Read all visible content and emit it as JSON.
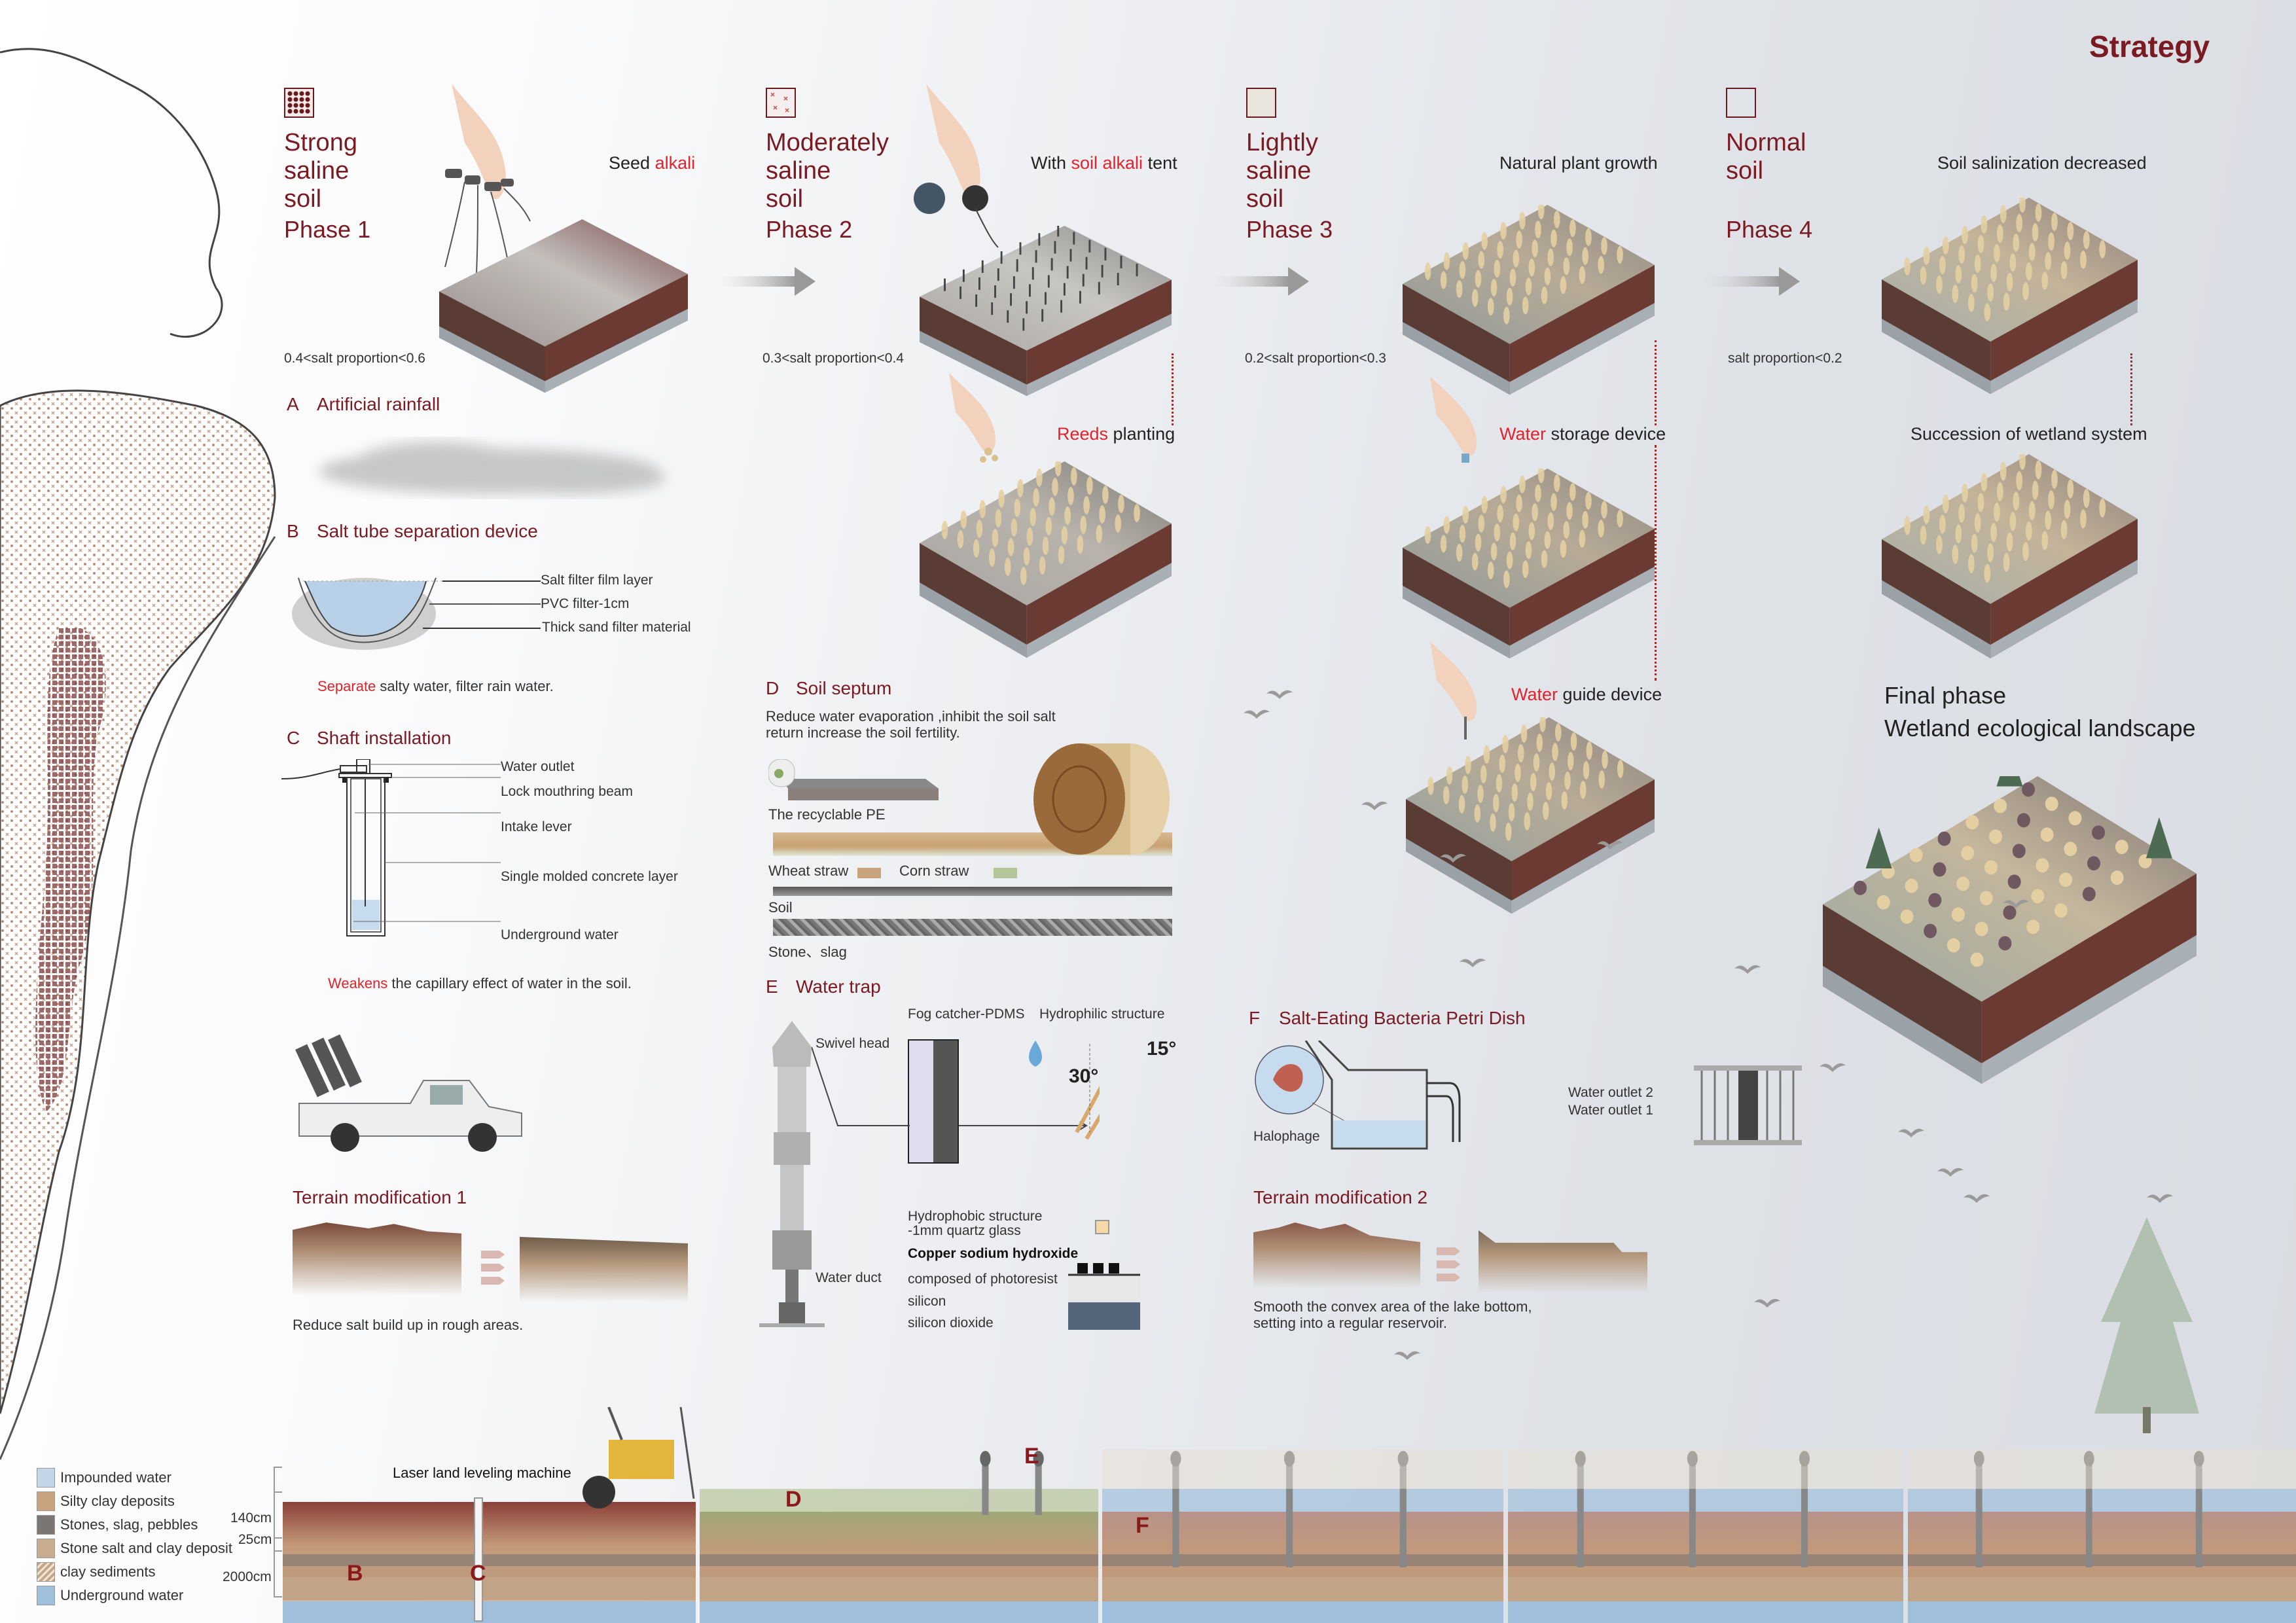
{
  "title": "Strategy",
  "colors": {
    "accent_dark_red": "#7a1a22",
    "highlight_red": "#e3222c",
    "background": "#dfe2e7"
  },
  "phases": [
    {
      "soil": [
        "Strong",
        "saline",
        "soil"
      ],
      "phase": "Phase 1",
      "caption": {
        "pre": "Seed ",
        "hl": "alkali",
        "post": ""
      },
      "salt": "0.4<salt proportion<0.6"
    },
    {
      "soil": [
        "Moderately",
        "saline",
        "soil"
      ],
      "phase": "Phase 2",
      "caption": {
        "pre": "With ",
        "hl": "soil alkali",
        "post": " tent"
      },
      "salt": "0.3<salt proportion<0.4"
    },
    {
      "soil": [
        "Lightly",
        "saline",
        "soil"
      ],
      "phase": "Phase 3",
      "caption": {
        "pre": "Natural plant growth",
        "hl": "",
        "post": ""
      },
      "salt": "0.2<salt proportion<0.3"
    },
    {
      "soil": [
        "Normal",
        "soil"
      ],
      "phase": "Phase 4",
      "caption": {
        "pre": "Soil salinization decreased",
        "hl": "",
        "post": ""
      },
      "salt": "salt proportion<0.2"
    }
  ],
  "steps": {
    "reeds": {
      "hl": "Reeds",
      "post": "  planting"
    },
    "water_storage": {
      "hl": "Water",
      "post": " storage device"
    },
    "water_guide": {
      "hl": "Water",
      "post": " guide device"
    },
    "succession": "Succession of wetland system",
    "final": [
      "Final phase",
      "Wetland ecological landscape"
    ]
  },
  "sections": {
    "A": {
      "letter": "A",
      "title": "Artificial rainfall"
    },
    "B": {
      "letter": "B",
      "title": "Salt tube separation device",
      "labels": [
        "Salt filter film layer",
        "PVC filter-1cm",
        "Thick sand filter material"
      ],
      "note": {
        "hl": "Separate",
        "post": " salty water, filter rain water."
      }
    },
    "C": {
      "letter": "C",
      "title": "Shaft installation",
      "labels": [
        "Water outlet",
        "Lock mouthring beam",
        "Intake lever",
        "Single molded concrete layer",
        "Underground water"
      ],
      "note": {
        "hl": "Weakens",
        "post": " the capillary effect of water in the soil."
      }
    },
    "D": {
      "letter": "D",
      "title": "Soil septum",
      "desc": [
        "Reduce water evaporation ,inhibit the soil salt",
        "return increase the soil fertility."
      ],
      "labels": {
        "pe": "The recyclable PE",
        "wheat": "Wheat straw",
        "corn": "Corn straw",
        "soil": "Soil",
        "stone": "Stone、slag"
      }
    },
    "E": {
      "letter": "E",
      "title": "Water trap",
      "labels": {
        "fog": "Fog catcher-PDMS",
        "hydrophilic": "Hydrophilic structure",
        "swivel": "Swivel head",
        "angle1": "15°",
        "angle2": "30°",
        "duct": "Water duct",
        "hydrophobic": [
          "Hydrophobic    structure",
          "-1mm     quartz     glass"
        ],
        "copper": "Copper sodium hydroxide",
        "photoresist": "composed of photoresist",
        "silicon": "silicon",
        "sio2": "silicon dioxide"
      }
    },
    "F": {
      "letter": "F",
      "title": "Salt-Eating Bacteria Petri Dish",
      "labels": {
        "outlet2": "Water outlet 2",
        "outlet1": "Water outlet 1",
        "halophage": "Halophage"
      }
    }
  },
  "terrain1": {
    "title": "Terrain modification 1",
    "note": "Reduce salt build up in rough areas."
  },
  "terrain2": {
    "title": "Terrain modification 2",
    "note": [
      "Smooth the convex area of the lake bottom,",
      "setting into a regular reservoir."
    ]
  },
  "section_strip": {
    "machine": "Laser land leveling machine",
    "scale": [
      "140cm",
      "25cm",
      "2000cm"
    ],
    "markers": [
      "B",
      "C",
      "D",
      "E",
      "F"
    ]
  },
  "legend": [
    {
      "label": "Impounded water",
      "color": "#c3d6e8"
    },
    {
      "label": "Silty clay deposits",
      "color": "#c9a27e"
    },
    {
      "label": "Stones, slag, pebbles",
      "color": "#7b7673"
    },
    {
      "label": "Stone salt and clay deposit",
      "color": "#c8ac90"
    },
    {
      "label": "clay sediments",
      "color": "#c4a587"
    },
    {
      "label": "Underground water",
      "color": "#9fbfdc"
    }
  ]
}
